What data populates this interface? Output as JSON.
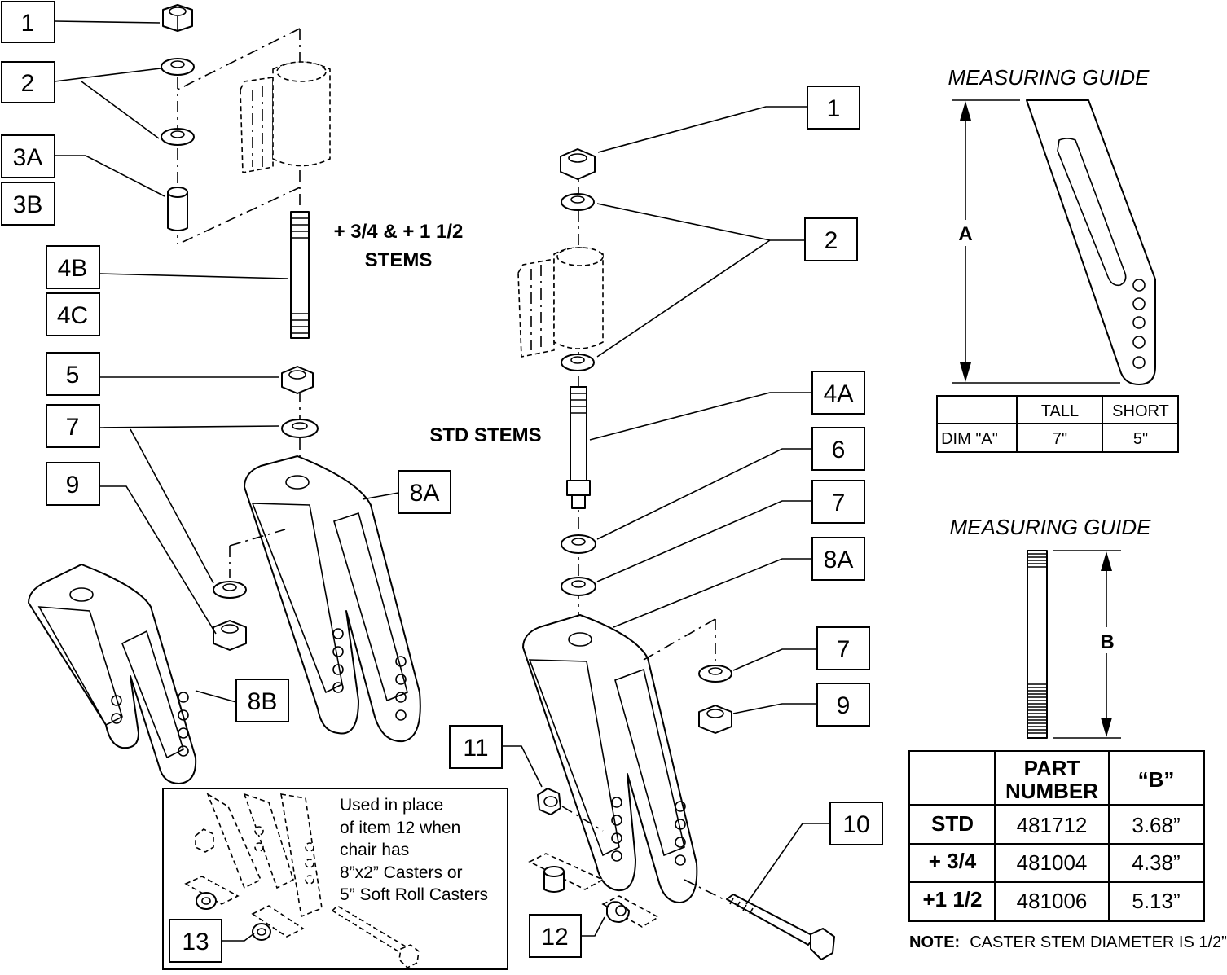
{
  "callouts": {
    "left": [
      "1",
      "2",
      "3A",
      "3B",
      "4B",
      "4C",
      "5",
      "7",
      "9",
      "8A",
      "8B"
    ],
    "right": [
      "1",
      "2",
      "4A",
      "6",
      "7",
      "8A",
      "7",
      "9",
      "11",
      "10",
      "12"
    ],
    "inset": "13"
  },
  "labels": {
    "stems_plus_line1": "+ 3/4  & + 1 1/2",
    "stems_plus_line2": "STEMS",
    "std_stems": "STD STEMS"
  },
  "inset_note": {
    "lines": [
      "Used in place",
      "of item 12 when",
      "chair has",
      "8”x2” Casters or",
      "5” Soft Roll Casters"
    ]
  },
  "guide_a": {
    "title": "MEASURING GUIDE",
    "dim_label": "A",
    "table": {
      "headers": [
        "",
        "TALL",
        "SHORT"
      ],
      "row": [
        "DIM \"A\"",
        "7\"",
        "5\""
      ]
    }
  },
  "guide_b": {
    "title": "MEASURING GUIDE",
    "dim_label": "B",
    "table": {
      "headers": [
        "",
        "PART",
        "NUMBER",
        "“B”"
      ],
      "rows": [
        [
          "STD",
          "481712",
          "3.68”"
        ],
        [
          "+ 3/4",
          "481004",
          "4.38”"
        ],
        [
          "+1 1/2",
          "481006",
          "5.13”"
        ]
      ]
    }
  },
  "note": {
    "label": "NOTE:",
    "text": "CASTER STEM DIAMETER IS 1/2”."
  }
}
